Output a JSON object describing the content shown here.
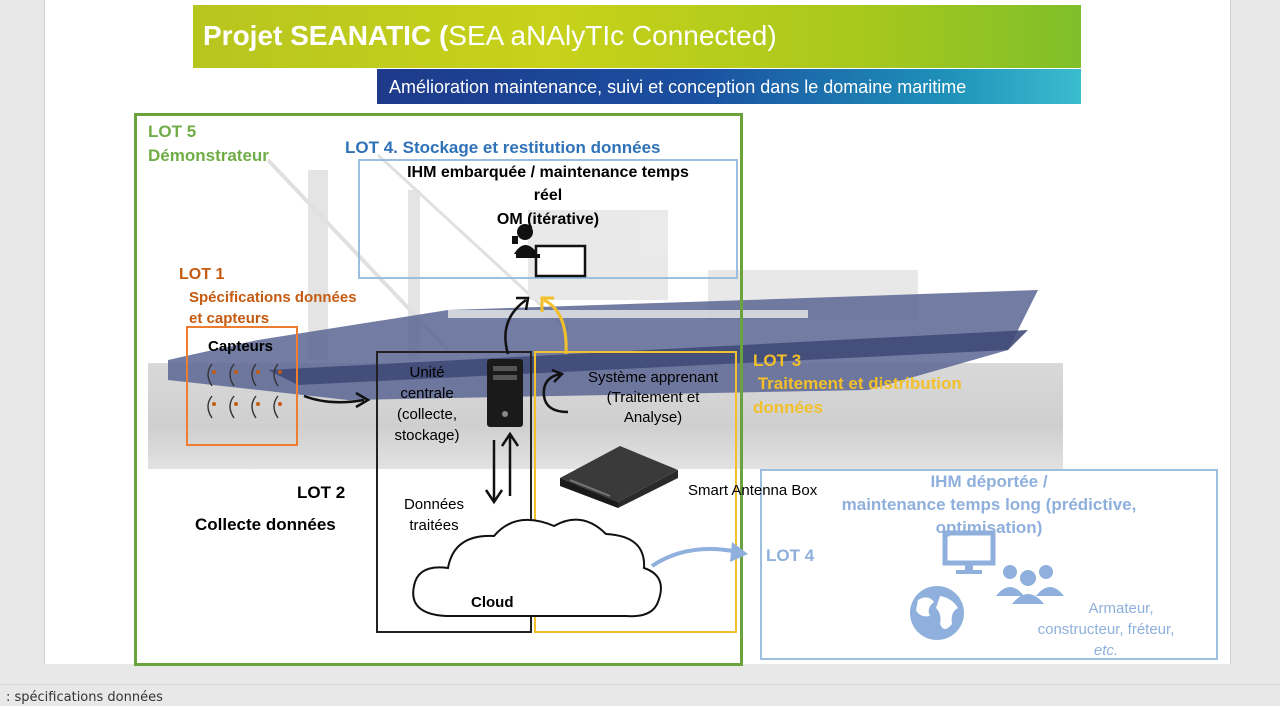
{
  "title": {
    "prefix": "Projet SEANATIC (",
    "suffix": "SEA aNAlyTIc Connected)"
  },
  "subtitle": "Amélioration maintenance, suivi et conception dans le domaine maritime",
  "lot5": {
    "line1": "LOT 5",
    "line2": "Démonstrateur"
  },
  "lot4_top": {
    "heading": "LOT 4. Stockage et restitution données",
    "line1": "IHM embarquée /  maintenance temps",
    "line2": "réel",
    "line3": "OM (itérative)"
  },
  "lot1": {
    "line1": "LOT 1",
    "line2": "Spécifications données",
    "line3": "et capteurs",
    "sensors": "Capteurs"
  },
  "lot2": {
    "unit_l1": "Unité",
    "unit_l2": "centrale",
    "unit_l3": "(collecte,",
    "unit_l4": "stockage)",
    "label": "LOT 2",
    "sublabel": "Collecte données",
    "data_l1": "Données",
    "data_l2": "traitées",
    "cloud": "Cloud"
  },
  "lot3": {
    "line1": "LOT 3",
    "line2": " Traitement et distribution",
    "line3": "données",
    "sys_l1": "Système apprenant",
    "sys_l2": "(Traitement et",
    "sys_l3": "Analyse)",
    "antenna": "Smart Antenna Box"
  },
  "lot4_bottom": {
    "line1": "IHM déportée /",
    "line2": "maintenance temps long (prédictive,",
    "line3": "optimisation)",
    "label": "LOT 4",
    "users_l1": "Armateur,",
    "users_l2": "constructeur, fréteur,",
    "users_l3": "etc."
  },
  "status_bar": ": spécifications données",
  "colors": {
    "lot5": "#70ad47",
    "lot4": "#2f72b8",
    "lot1": "#c55a11",
    "lot3": "#f2c02b",
    "lot4b": "#8fb0dc"
  }
}
